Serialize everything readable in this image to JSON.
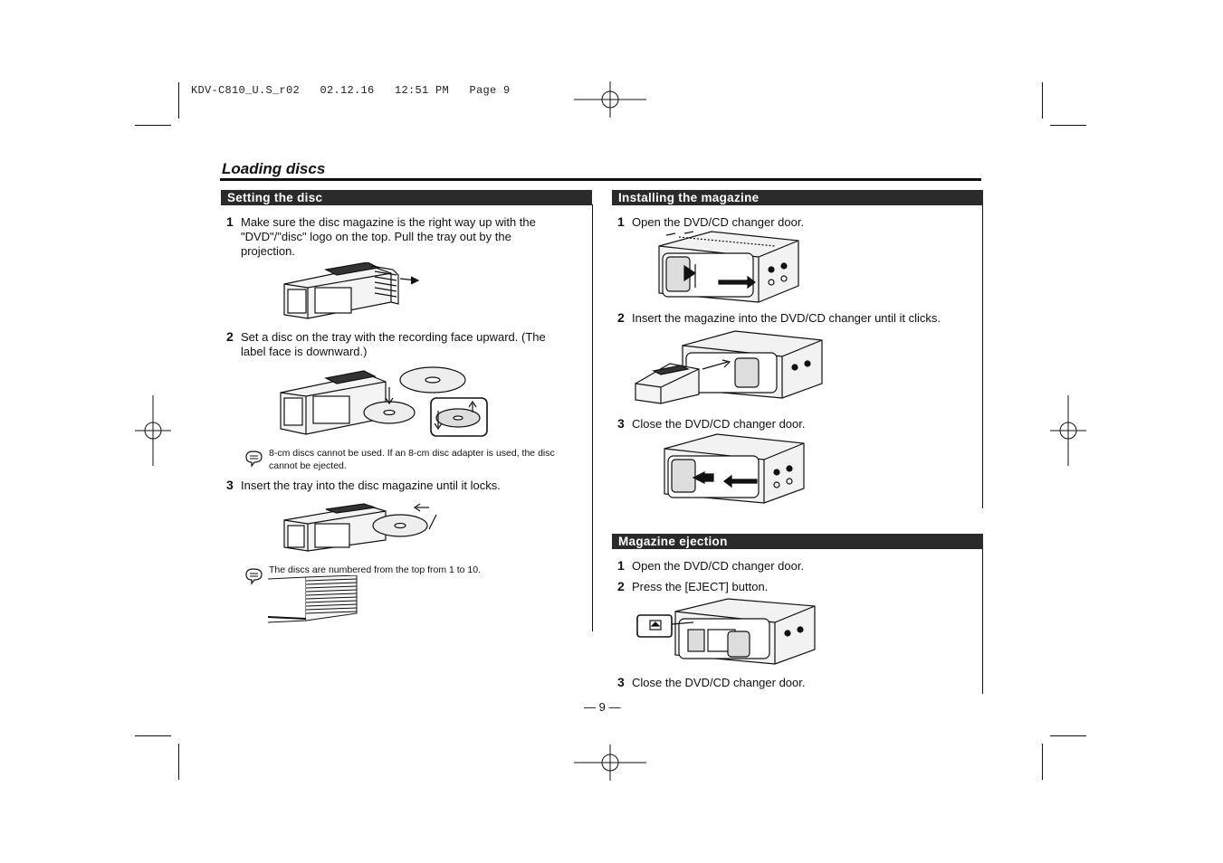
{
  "header_slug": "KDV-C810_U.S_r02   02.12.16   12:51 PM   Page 9",
  "page_title": "Loading discs",
  "left": {
    "heading": "Setting the disc",
    "steps": [
      {
        "num": "1",
        "text": "Make sure the disc magazine is the right way up with the \"DVD\"/\"disc\" logo on the top. Pull the tray out by the projection."
      },
      {
        "num": "2",
        "text": "Set a disc on the tray with the recording face upward. (The label face is downward.)"
      },
      {
        "num": "3",
        "text": "Insert the tray into the disc magazine until it locks."
      }
    ],
    "notes": [
      "8-cm discs cannot be used. If an 8-cm disc adapter is used, the disc cannot be ejected.",
      "The discs are numbered from the top from 1 to 10."
    ]
  },
  "right_top": {
    "heading": "Installing the magazine",
    "steps": [
      {
        "num": "1",
        "text": "Open the DVD/CD changer door."
      },
      {
        "num": "2",
        "text": "Insert the magazine into the DVD/CD changer until it clicks."
      },
      {
        "num": "3",
        "text": "Close the DVD/CD changer door."
      }
    ]
  },
  "right_bottom": {
    "heading": "Magazine ejection",
    "steps": [
      {
        "num": "1",
        "text": "Open the DVD/CD changer door."
      },
      {
        "num": "2",
        "text": "Press the [EJECT] button."
      },
      {
        "num": "3",
        "text": "Close the DVD/CD changer door."
      }
    ]
  },
  "page_number": "— 9 —",
  "icons": {
    "note_icon": "note-hand-icon",
    "registration_mark": "crosshair-registration-icon"
  },
  "colors": {
    "heading_bar": "#2a2a2a",
    "ink": "#111111"
  }
}
